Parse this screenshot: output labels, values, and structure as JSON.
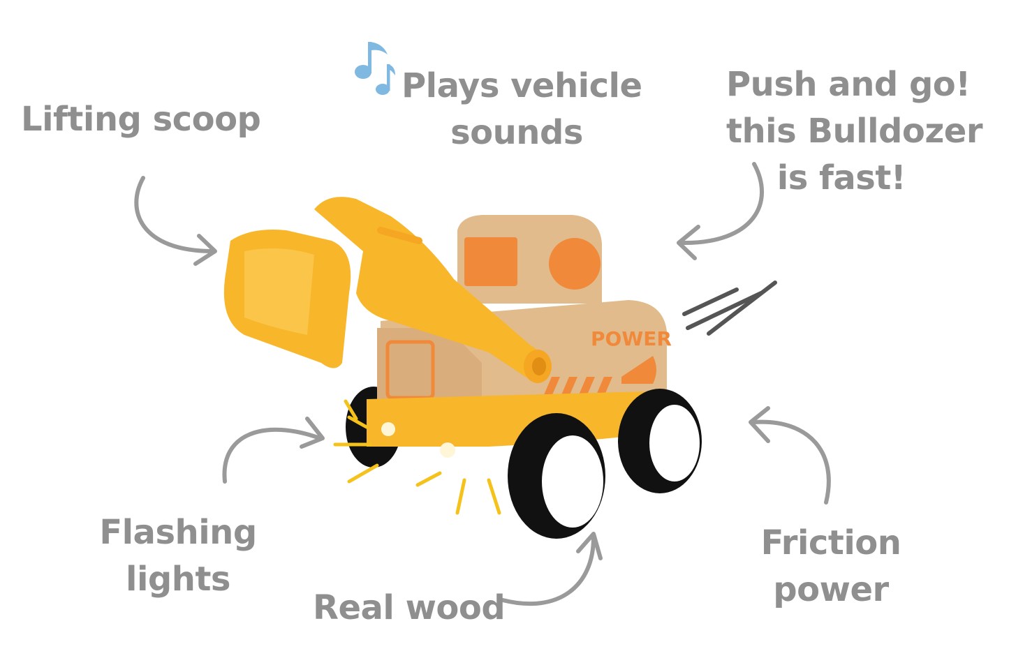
{
  "features": {
    "lifting_scoop": "Lifting scoop",
    "sounds": {
      "line1": "Plays vehicle",
      "line2": "sounds"
    },
    "push": {
      "line1": "Push and go!",
      "line2": "this Bulldozer",
      "line3": "is fast!"
    },
    "flashing": {
      "line1": "Flashing",
      "line2": "lights"
    },
    "real_wood": "Real wood",
    "friction": {
      "line1": "Friction",
      "line2": "power"
    }
  },
  "toy": {
    "side_print": "POWER"
  },
  "icons": {
    "music": "music-note-icon"
  },
  "colors": {
    "text": "#8f8f8f",
    "arrow": "#9a9a9a",
    "music": "#7fb8e0",
    "plastic": "#f8b62a",
    "wood": "#e2bb8c",
    "print": "#f08a3a",
    "tire": "#111111",
    "light_rays": "#f4c21a"
  }
}
